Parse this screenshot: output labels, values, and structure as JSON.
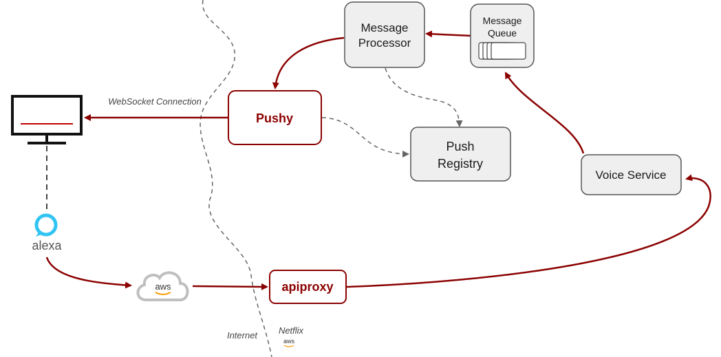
{
  "colors": {
    "accent": "#8b0000",
    "box_fill": "#efefef",
    "box_stroke": "#555555",
    "dashed": "#666666",
    "alexa": "#31c4f3"
  },
  "nodes": {
    "message_processor": {
      "line1": "Message",
      "line2": "Processor"
    },
    "message_queue": {
      "line1": "Message",
      "line2": "Queue"
    },
    "pushy": {
      "label": "Pushy"
    },
    "push_registry": {
      "line1": "Push",
      "line2": "Registry"
    },
    "voice_service": {
      "label": "Voice Service"
    },
    "apiproxy": {
      "label": "apiproxy"
    },
    "alexa": {
      "label": "alexa"
    },
    "aws_cloud": {
      "label": "aws"
    }
  },
  "annotations": {
    "websocket": "WebSocket Connection",
    "internet": "Internet",
    "netflix": "Netflix",
    "netflix_aws": "aws"
  },
  "icons": {
    "tv": "tv-monitor-icon",
    "alexa": "alexa-ring-icon",
    "aws": "aws-cloud-icon"
  }
}
